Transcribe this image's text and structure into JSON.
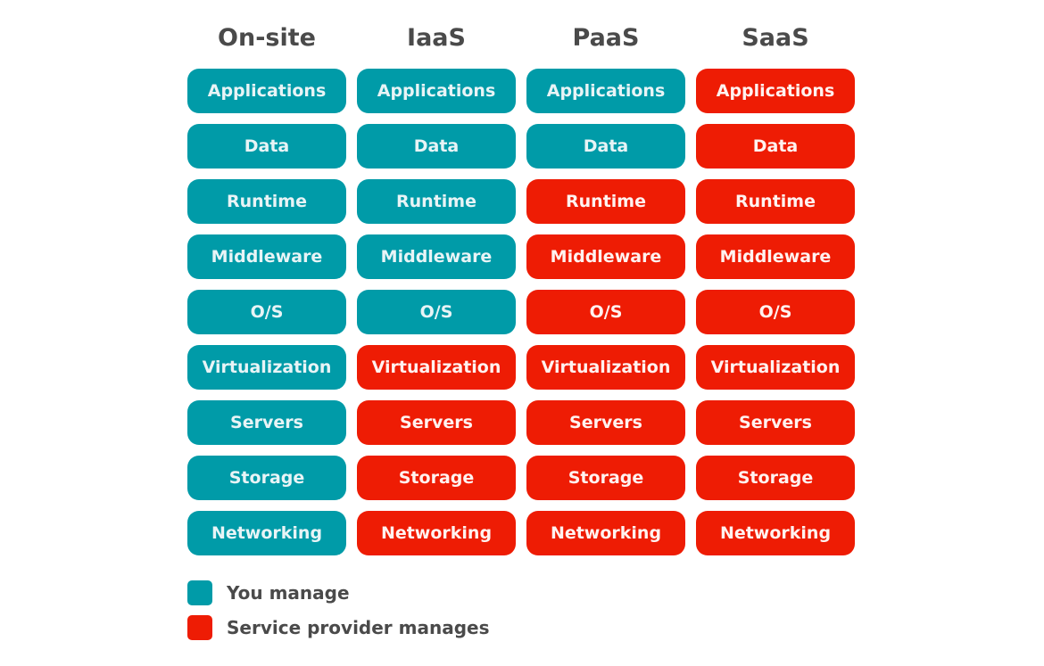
{
  "columns": [
    {
      "title": "On-site",
      "layers": [
        {
          "label": "Applications",
          "manager": "you"
        },
        {
          "label": "Data",
          "manager": "you"
        },
        {
          "label": "Runtime",
          "manager": "you"
        },
        {
          "label": "Middleware",
          "manager": "you"
        },
        {
          "label": "O/S",
          "manager": "you"
        },
        {
          "label": "Virtualization",
          "manager": "you"
        },
        {
          "label": "Servers",
          "manager": "you"
        },
        {
          "label": "Storage",
          "manager": "you"
        },
        {
          "label": "Networking",
          "manager": "you"
        }
      ]
    },
    {
      "title": "IaaS",
      "layers": [
        {
          "label": "Applications",
          "manager": "you"
        },
        {
          "label": "Data",
          "manager": "you"
        },
        {
          "label": "Runtime",
          "manager": "you"
        },
        {
          "label": "Middleware",
          "manager": "you"
        },
        {
          "label": "O/S",
          "manager": "you"
        },
        {
          "label": "Virtualization",
          "manager": "provider"
        },
        {
          "label": "Servers",
          "manager": "provider"
        },
        {
          "label": "Storage",
          "manager": "provider"
        },
        {
          "label": "Networking",
          "manager": "provider"
        }
      ]
    },
    {
      "title": "PaaS",
      "layers": [
        {
          "label": "Applications",
          "manager": "you"
        },
        {
          "label": "Data",
          "manager": "you"
        },
        {
          "label": "Runtime",
          "manager": "provider"
        },
        {
          "label": "Middleware",
          "manager": "provider"
        },
        {
          "label": "O/S",
          "manager": "provider"
        },
        {
          "label": "Virtualization",
          "manager": "provider"
        },
        {
          "label": "Servers",
          "manager": "provider"
        },
        {
          "label": "Storage",
          "manager": "provider"
        },
        {
          "label": "Networking",
          "manager": "provider"
        }
      ]
    },
    {
      "title": "SaaS",
      "layers": [
        {
          "label": "Applications",
          "manager": "provider"
        },
        {
          "label": "Data",
          "manager": "provider"
        },
        {
          "label": "Runtime",
          "manager": "provider"
        },
        {
          "label": "Middleware",
          "manager": "provider"
        },
        {
          "label": "O/S",
          "manager": "provider"
        },
        {
          "label": "Virtualization",
          "manager": "provider"
        },
        {
          "label": "Servers",
          "manager": "provider"
        },
        {
          "label": "Storage",
          "manager": "provider"
        },
        {
          "label": "Networking",
          "manager": "provider"
        }
      ]
    }
  ],
  "legend": {
    "you": {
      "label": "You manage",
      "color": "#009ba8"
    },
    "provider": {
      "label": "Service provider manages",
      "color": "#ee1c04"
    }
  }
}
